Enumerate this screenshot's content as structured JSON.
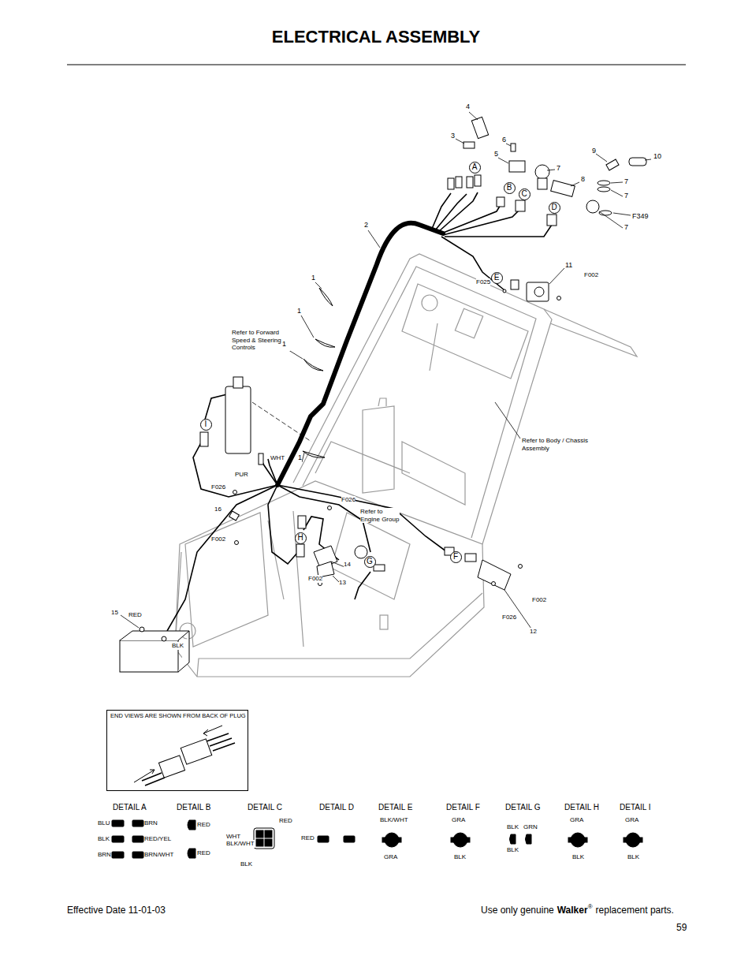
{
  "diagram": {
    "title": "ELECTRICAL ASSEMBLY",
    "nodes": [
      {
        "text": [
          "END VIEWS ARE SHOWN FROM BACK OF PLUG"
        ]
      },
      {
        "text": [
          "A"
        ]
      },
      {
        "text": [
          "B"
        ]
      },
      {
        "text": [
          "C"
        ]
      },
      {
        "text": [
          "D"
        ]
      },
      {
        "text": [
          "E"
        ]
      },
      {
        "text": [
          "I"
        ]
      },
      {
        "text": [
          "H"
        ]
      },
      {
        "text": [
          "G"
        ]
      },
      {
        "text": [
          "F"
        ]
      }
    ],
    "labels": [
      "4",
      "3",
      "6",
      "5",
      "7",
      "9",
      "10",
      "8",
      "7",
      "7",
      "F349",
      "7",
      "2",
      "11",
      "F002",
      "F025",
      "1",
      "1",
      "Refer to Forward Speed & Steering Controls",
      "1",
      "Refer to Body / Chassis Assembly",
      "1",
      "WHT",
      "PUR",
      "F026",
      "16",
      "F026",
      "Refer to Engine Group",
      "F002",
      "14",
      "F002",
      "13",
      "F002",
      "F026",
      "12",
      "15",
      "RED",
      "BLK",
      "DETAIL A",
      "DETAIL B",
      "DETAIL C",
      "DETAIL D",
      "DETAIL E",
      "DETAIL F",
      "DETAIL G",
      "DETAIL H",
      "DETAIL I",
      "BLU",
      "BRN",
      "BLK",
      "RED/YEL",
      "BRN",
      "BRN/WHT",
      "RED",
      "RED",
      "RED",
      "WHT",
      "BLK/WHT",
      "BLK",
      "RED",
      "BLK/WHT",
      "GRA",
      "GRA",
      "BLK",
      "BLK",
      "GRN",
      "BLK",
      "GRA",
      "BLK",
      "GRA",
      "BLK",
      "Effective Date 11-01-03",
      "Use only genuine",
      "Walker",
      "®",
      "replacement parts.",
      "59"
    ]
  }
}
